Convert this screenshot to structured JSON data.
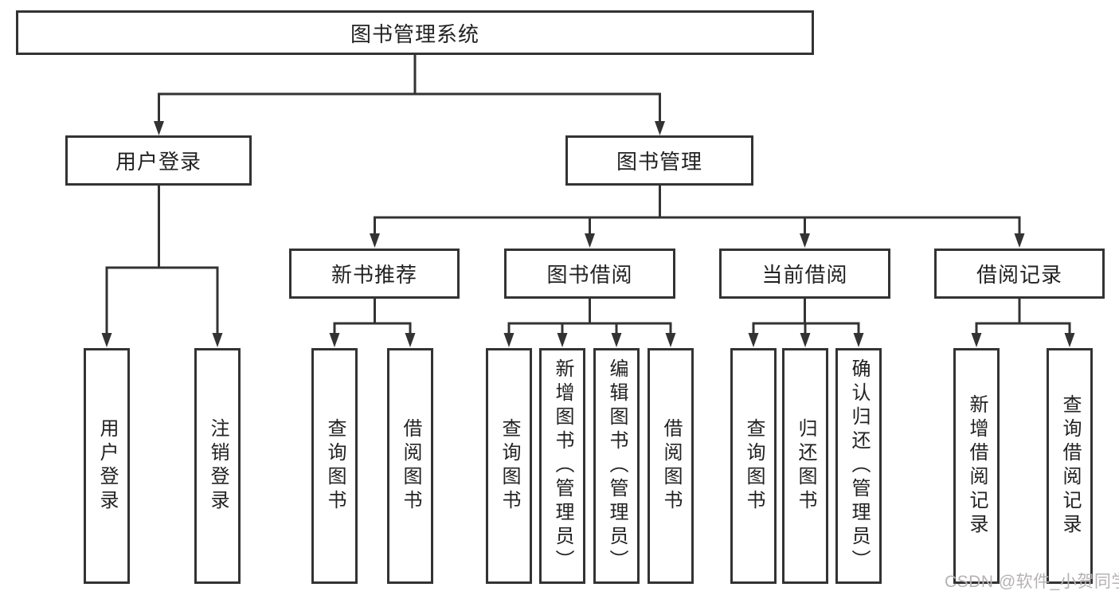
{
  "diagram_title": "图书管理系统",
  "tree": {
    "root": {
      "label": "图书管理系统"
    },
    "branches": [
      {
        "label": "用户登录",
        "leaves": [
          {
            "label": "用户登录"
          },
          {
            "label": "注销登录"
          }
        ]
      },
      {
        "label": "图书管理",
        "groups": [
          {
            "label": "新书推荐",
            "leaves": [
              {
                "label": "查询图书"
              },
              {
                "label": "借阅图书"
              }
            ]
          },
          {
            "label": "图书借阅",
            "leaves": [
              {
                "label": "查询图书"
              },
              {
                "label": "新增图书（管理员）"
              },
              {
                "label": "编辑图书（管理员）"
              },
              {
                "label": "借阅图书"
              }
            ]
          },
          {
            "label": "当前借阅",
            "leaves": [
              {
                "label": "查询图书"
              },
              {
                "label": "归还图书"
              },
              {
                "label": "确认归还（管理员）"
              }
            ]
          },
          {
            "label": "借阅记录",
            "leaves": [
              {
                "label": "新增借阅记录"
              },
              {
                "label": "查询借阅记录"
              }
            ]
          }
        ]
      }
    ]
  },
  "watermark": {
    "text": "CSDN @软件_小贺同学"
  },
  "colors": {
    "line": "#333333",
    "text": "#222222",
    "watermark": "#b6b2b2",
    "background": "#ffffff"
  }
}
